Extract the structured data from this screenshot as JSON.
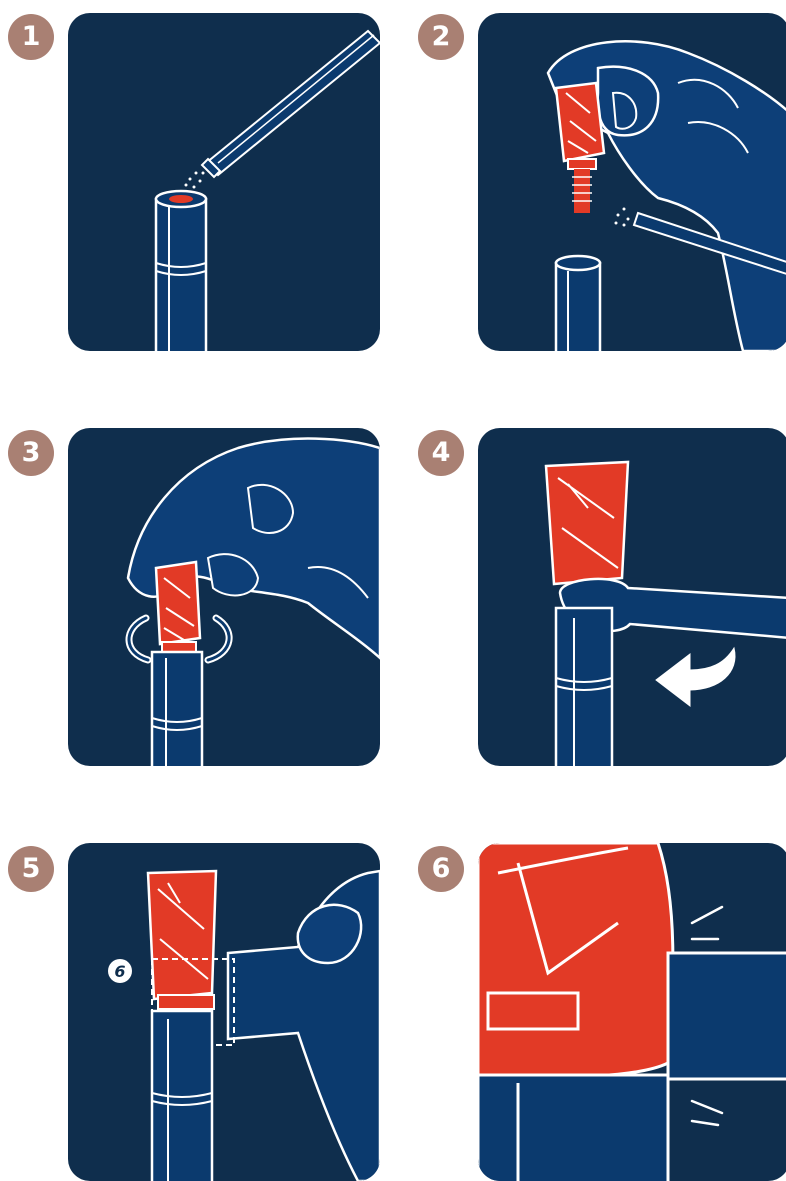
{
  "steps": [
    {
      "number": "1"
    },
    {
      "number": "2"
    },
    {
      "number": "3"
    },
    {
      "number": "4"
    },
    {
      "number": "5",
      "callout": "6"
    },
    {
      "number": "6"
    }
  ],
  "colors": {
    "panel_background": "#0f2e4d",
    "tool_blue": "#0b3a6e",
    "hand_blue": "#0d3f78",
    "drill_red": "#e23a26",
    "outline": "#ffffff",
    "badge": "#a98073"
  }
}
